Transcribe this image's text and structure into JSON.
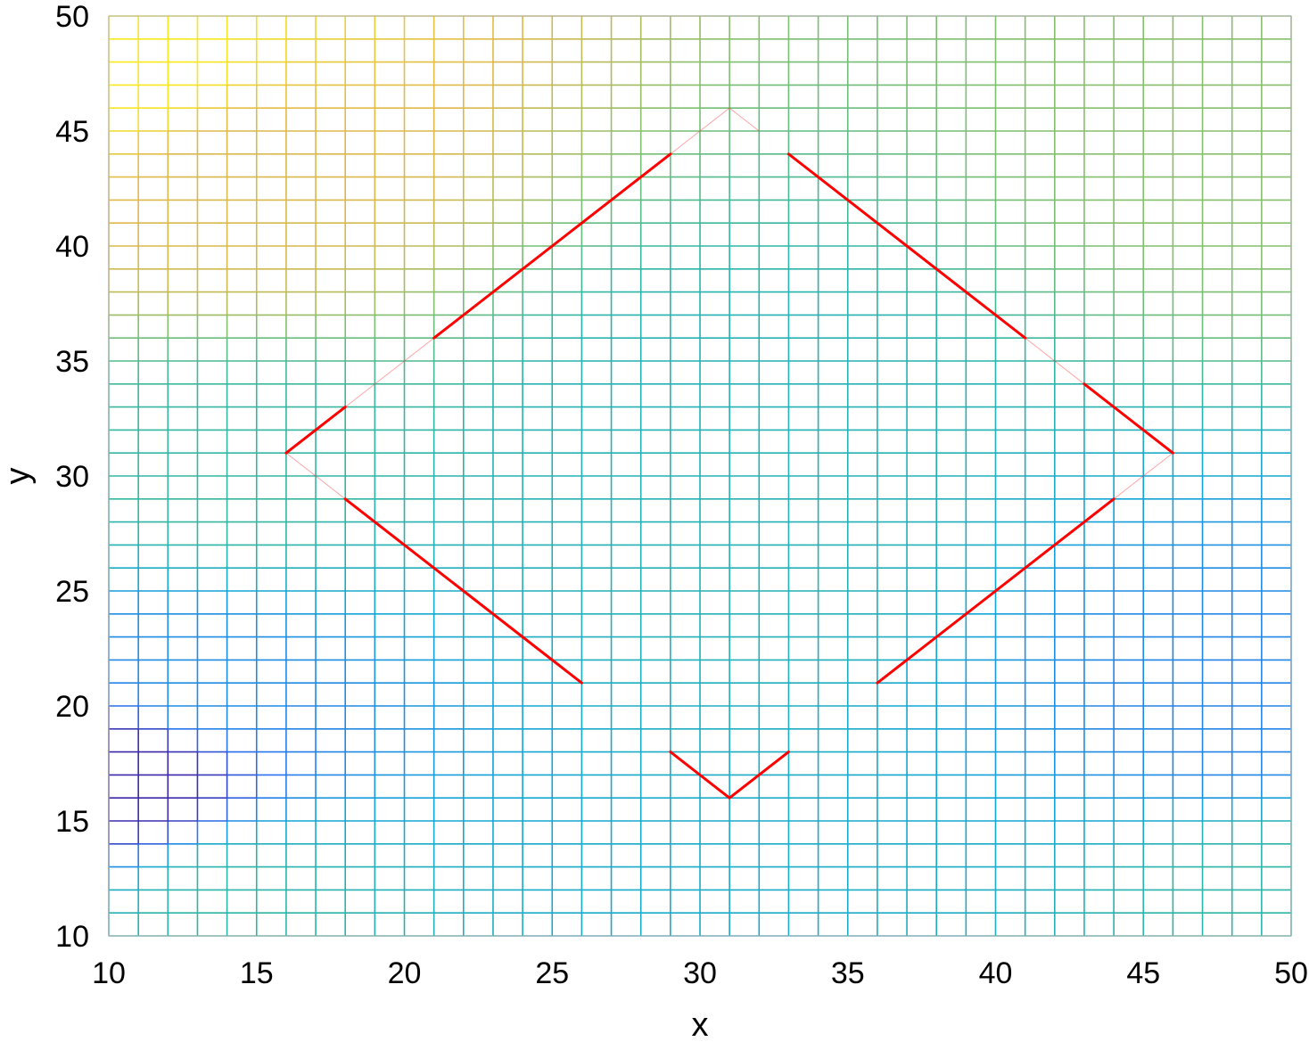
{
  "chart_data": {
    "type": "mesh",
    "title": "",
    "xlabel": "x",
    "ylabel": "y",
    "xlim": [
      10,
      50
    ],
    "ylim": [
      10,
      50
    ],
    "xticks": [
      10,
      15,
      20,
      25,
      30,
      35,
      40,
      45,
      50
    ],
    "yticks": [
      10,
      15,
      20,
      25,
      30,
      35,
      40,
      45,
      50
    ],
    "grid_step": 1,
    "colormap": [
      "#3d26a8",
      "#2a72f0",
      "#11a6d6",
      "#2bb5a7",
      "#80bf6e",
      "#e0b84a",
      "#f8e81e"
    ],
    "color_value_range": [
      0,
      1
    ],
    "field_color_points": [
      {
        "x": 11,
        "y": 17,
        "v": 0.0
      },
      {
        "x": 11,
        "y": 48,
        "v": 1.0
      },
      {
        "x": 14,
        "y": 43,
        "v": 0.82
      },
      {
        "x": 14,
        "y": 30,
        "v": 0.52
      },
      {
        "x": 13,
        "y": 21,
        "v": 0.25
      },
      {
        "x": 14,
        "y": 11,
        "v": 0.5
      },
      {
        "x": 30,
        "y": 30,
        "v": 0.45
      },
      {
        "x": 48,
        "y": 19,
        "v": 0.22
      },
      {
        "x": 49,
        "y": 46,
        "v": 0.68
      },
      {
        "x": 49,
        "y": 12,
        "v": 0.5
      }
    ],
    "line_color": "#ff0000",
    "series": [
      {
        "points": [
          [
            21,
            36
          ],
          [
            29,
            44
          ]
        ]
      },
      {
        "points": [
          [
            29,
            44
          ],
          [
            31,
            46
          ]
        ],
        "faint": true
      },
      {
        "points": [
          [
            31,
            46
          ],
          [
            32,
            45
          ]
        ],
        "faint": true
      },
      {
        "points": [
          [
            33,
            44
          ],
          [
            41,
            36
          ]
        ]
      },
      {
        "points": [
          [
            41,
            36
          ],
          [
            43,
            34
          ]
        ],
        "faint": true
      },
      {
        "points": [
          [
            43,
            34
          ],
          [
            46,
            31
          ]
        ]
      },
      {
        "points": [
          [
            46,
            31
          ],
          [
            44,
            29
          ]
        ],
        "faint": true
      },
      {
        "points": [
          [
            44,
            29
          ],
          [
            36,
            21
          ]
        ]
      },
      {
        "points": [
          [
            29,
            18
          ],
          [
            31,
            16
          ],
          [
            33,
            18
          ]
        ]
      },
      {
        "points": [
          [
            26,
            21
          ],
          [
            18,
            29
          ]
        ]
      },
      {
        "points": [
          [
            18,
            29
          ],
          [
            16,
            31
          ]
        ],
        "faint": true
      },
      {
        "points": [
          [
            16,
            31
          ],
          [
            18,
            33
          ]
        ]
      },
      {
        "points": [
          [
            18,
            33
          ],
          [
            21,
            36
          ]
        ],
        "faint": true
      }
    ]
  }
}
